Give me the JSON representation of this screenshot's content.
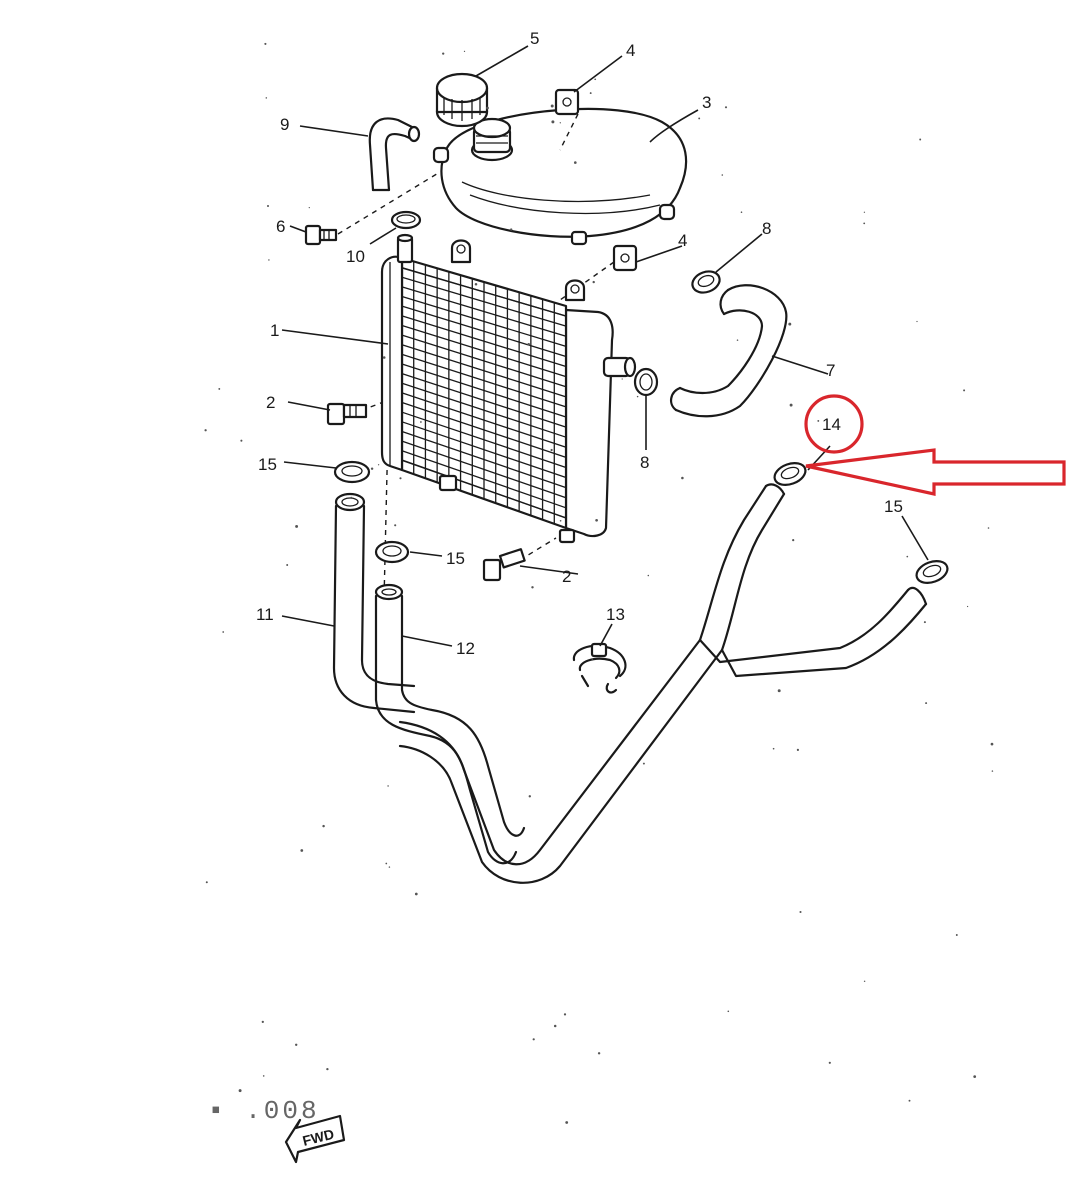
{
  "diagram": {
    "callouts": {
      "c1": "1",
      "c2a": "2",
      "c2b": "2",
      "c3": "3",
      "c4a": "4",
      "c4b": "4",
      "c5": "5",
      "c6": "6",
      "c7": "7",
      "c8a": "8",
      "c8b": "8",
      "c9": "9",
      "c10": "10",
      "c11": "11",
      "c12": "12",
      "c13": "13",
      "c14": "14",
      "c15a": "15",
      "c15b": "15",
      "c15c": "15"
    },
    "fwd_label": "FWD",
    "figure_code": "▪ .008",
    "highlight": {
      "part": "14",
      "color": "#d9262c"
    },
    "colors": {
      "line": "#1a1a1a",
      "background": "#ffffff"
    }
  }
}
